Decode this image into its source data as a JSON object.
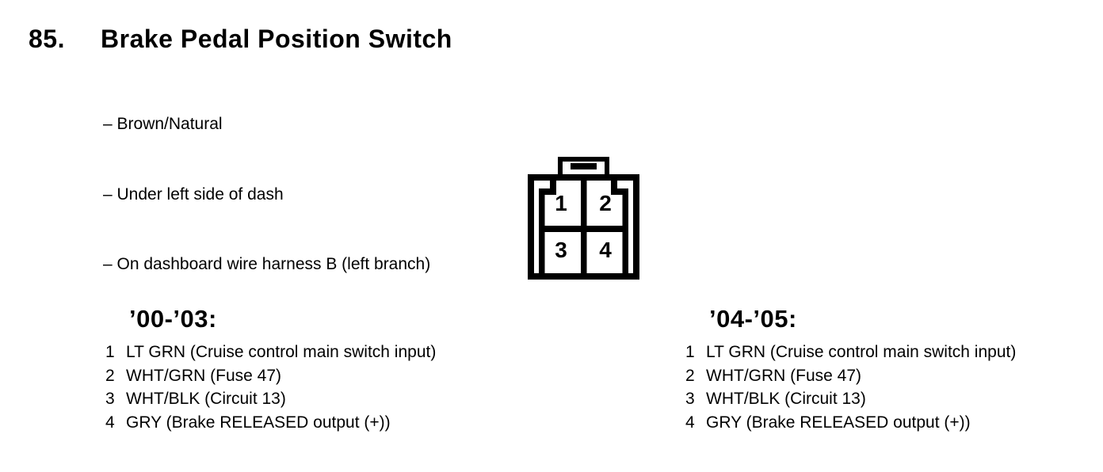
{
  "page": {
    "item_number": "85.",
    "title": "Brake Pedal Position Switch",
    "details": [
      "– Brown/Natural",
      "– Under left side of dash",
      "– On dashboard wire harness B (left branch)"
    ]
  },
  "connector": {
    "description": "4-pin connector, front view, latch tab on top",
    "pins": [
      "1",
      "2",
      "3",
      "4"
    ]
  },
  "columns": [
    {
      "heading": "’00-’03:",
      "pins": [
        {
          "num": "1",
          "desc": "LT GRN (Cruise control main switch input)"
        },
        {
          "num": "2",
          "desc": "WHT/GRN (Fuse 47)"
        },
        {
          "num": "3",
          "desc": "WHT/BLK (Circuit 13)"
        },
        {
          "num": "4",
          "desc": "GRY (Brake RELEASED output (+))"
        }
      ]
    },
    {
      "heading": "’04-’05:",
      "pins": [
        {
          "num": "1",
          "desc": "LT GRN (Cruise control main switch input)"
        },
        {
          "num": "2",
          "desc": "WHT/GRN (Fuse 47)"
        },
        {
          "num": "3",
          "desc": "WHT/BLK (Circuit 13)"
        },
        {
          "num": "4",
          "desc": "GRY (Brake RELEASED output (+))"
        }
      ]
    }
  ],
  "colors": {
    "ink": "#000000",
    "paper": "#ffffff"
  }
}
